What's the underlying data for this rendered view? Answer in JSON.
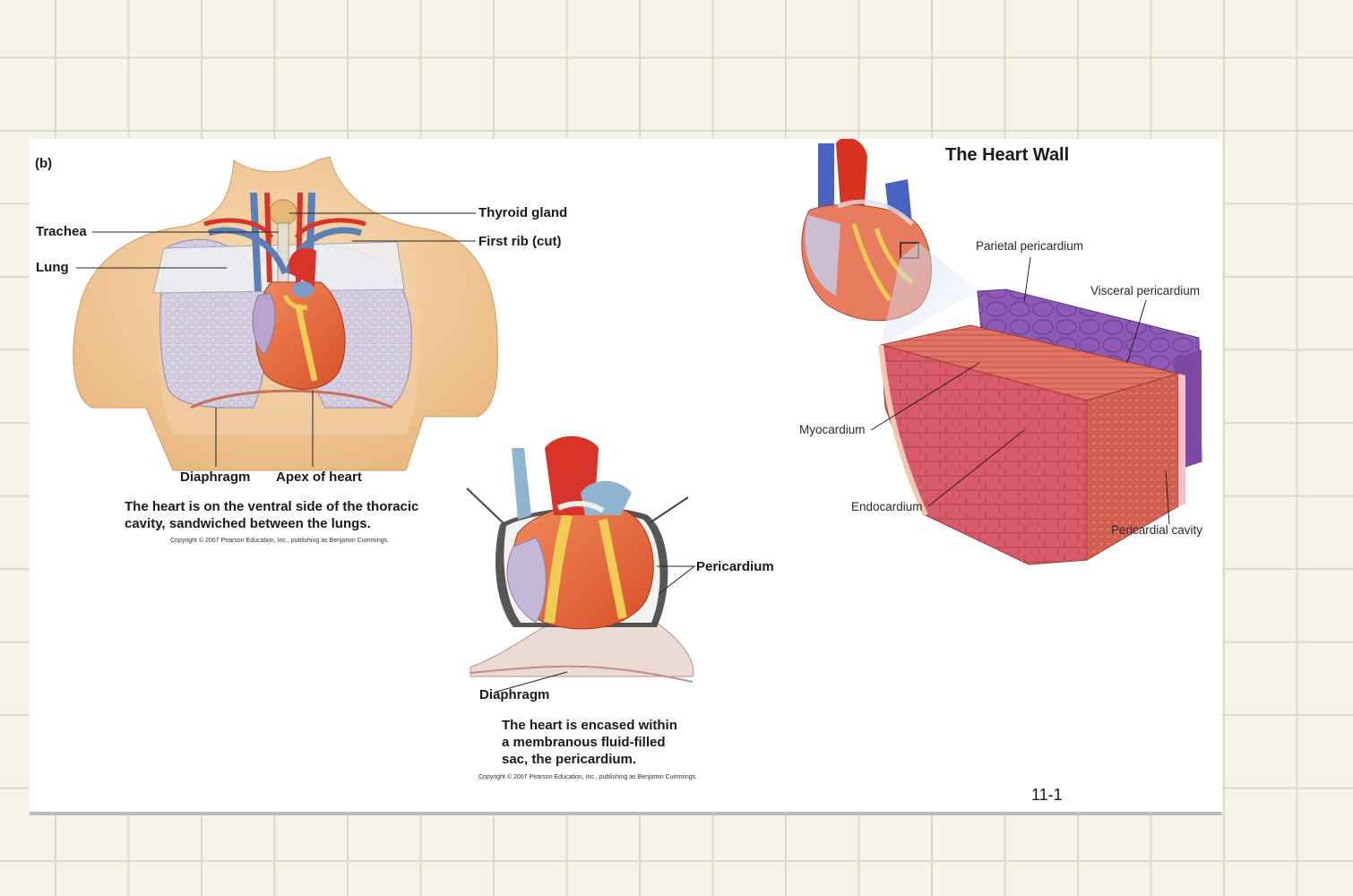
{
  "panel_b": {
    "tag": "(b)",
    "labels": {
      "trachea": "Trachea",
      "lung": "Lung",
      "thyroid_gland": "Thyroid gland",
      "first_rib": "First rib (cut)",
      "diaphragm": "Diaphragm",
      "apex": "Apex of heart"
    },
    "caption_lines": [
      "The heart is on the ventral side of the thoracic",
      "cavity, sandwiched between the lungs."
    ],
    "copyright": "Copyright © 2007 Pearson Education, Inc., publishing as Benjamin Cummings."
  },
  "pericardium_panel": {
    "labels": {
      "pericardium": "Pericardium",
      "diaphragm": "Diaphragm"
    },
    "caption_lines": [
      "The heart is encased within",
      "a membranous fluid-filled",
      "sac, the pericardium."
    ],
    "copyright": "Copyright © 2007 Pearson Education, Inc., publishing as Benjamin Cummings."
  },
  "heart_wall": {
    "title": "The Heart Wall",
    "labels": {
      "parietal": "Parietal pericardium",
      "visceral": "Visceral pericardium",
      "myocardium": "Myocardium",
      "endocardium": "Endocardium",
      "pericardial_cavity": "Pericardial cavity"
    }
  },
  "page_number": "11-1",
  "colors": {
    "grid_background": "#f6f4e8",
    "grid_lines": "#d9dcc8",
    "skin": "#f3d3a6",
    "lung": "#d7d2e0",
    "heart": "#e86a3c",
    "artery": "#d9342a",
    "vein": "#5b7fb8",
    "fat": "#f1d35a",
    "myocardium": "#d45a6e",
    "pericardium_purple": "#8a55b0"
  }
}
